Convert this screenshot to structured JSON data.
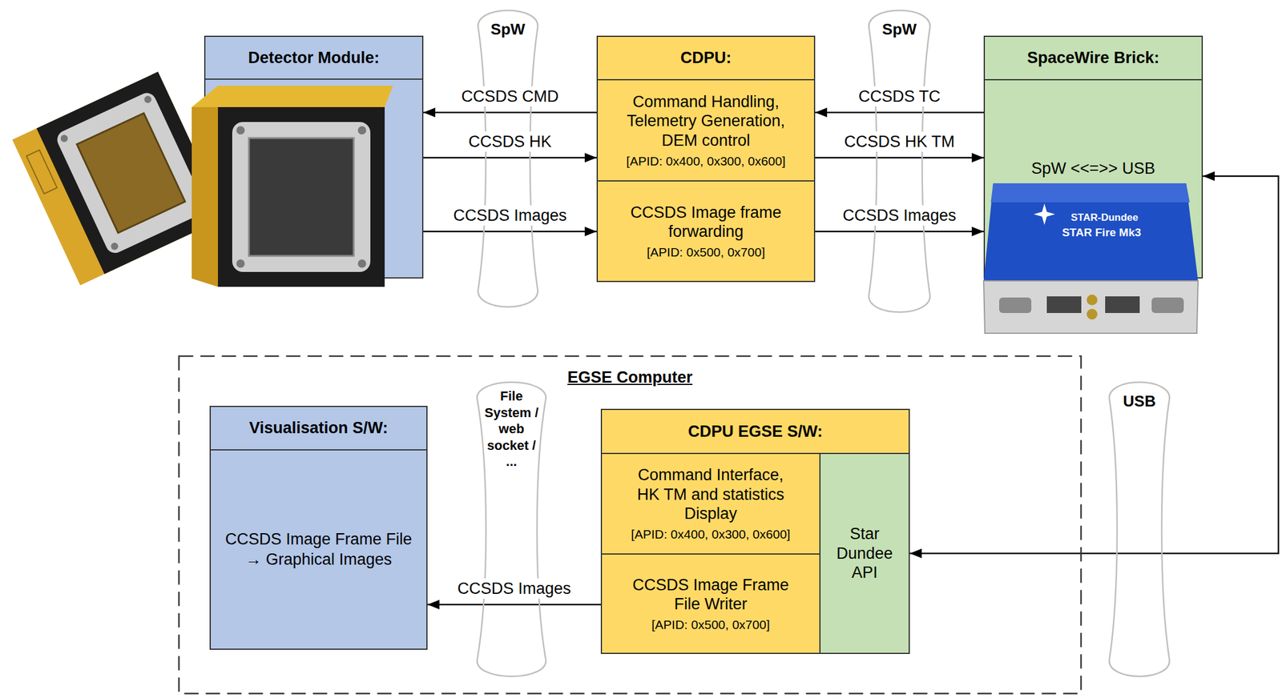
{
  "diagram": {
    "nodes": [
      {
        "text": [
          "Detector Module:"
        ]
      },
      {
        "text": [
          "SpW"
        ]
      },
      {
        "text": [
          "CDPU:"
        ]
      },
      {
        "text": [
          "Command Handling, Telemetry Generation, DEM control",
          "[APID: 0x400, 0x300, 0x600]"
        ],
        "in": 2
      },
      {
        "text": [
          "CCSDS Image frame forwarding",
          "[APID: 0x500, 0x700]"
        ],
        "in": 2
      },
      {
        "text": [
          "SpW"
        ]
      },
      {
        "text": [
          "SpaceWire Brick:",
          "SpW <<=>> USB"
        ]
      },
      {
        "text": [
          "EGSE Computer"
        ]
      },
      {
        "text": [
          "Visualisation S/W:",
          "CCSDS Image Frame File → Graphical Images"
        ],
        "in": 7
      },
      {
        "text": [
          "File System / web socket / ..."
        ],
        "in": 7
      },
      {
        "text": [
          "CDPU EGSE S/W:"
        ],
        "in": 7
      },
      {
        "text": [
          "Command Interface, HK TM and statistics Display",
          "[APID: 0x400, 0x300, 0x600]"
        ],
        "in": 10
      },
      {
        "text": [
          "CCSDS Image Frame File Writer",
          "[APID: 0x500, 0x700]"
        ],
        "in": 10
      },
      {
        "text": [
          "Star Dundee API"
        ],
        "in": 10
      },
      {
        "text": [
          "USB"
        ]
      }
    ],
    "edges": [
      {
        "from": 3,
        "to": 0,
        "arrow": "to",
        "label": "CCSDS CMD"
      },
      {
        "from": 0,
        "to": 3,
        "arrow": "to",
        "label": "CCSDS HK"
      },
      {
        "from": 0,
        "to": 4,
        "arrow": "to",
        "label": "CCSDS Images"
      },
      {
        "from": 6,
        "to": 3,
        "arrow": "to",
        "label": "CCSDS TC"
      },
      {
        "from": 3,
        "to": 6,
        "arrow": "to",
        "label": "CCSDS HK TM"
      },
      {
        "from": 4,
        "to": 6,
        "arrow": "to",
        "label": "CCSDS Images"
      },
      {
        "from": 6,
        "to": 13,
        "arrow": "both"
      },
      {
        "from": 12,
        "to": 8,
        "arrow": "to",
        "label": "CCSDS Images"
      }
    ],
    "labels": [
      "STAR-Dundee",
      "STAR Fire Mk3"
    ]
  }
}
